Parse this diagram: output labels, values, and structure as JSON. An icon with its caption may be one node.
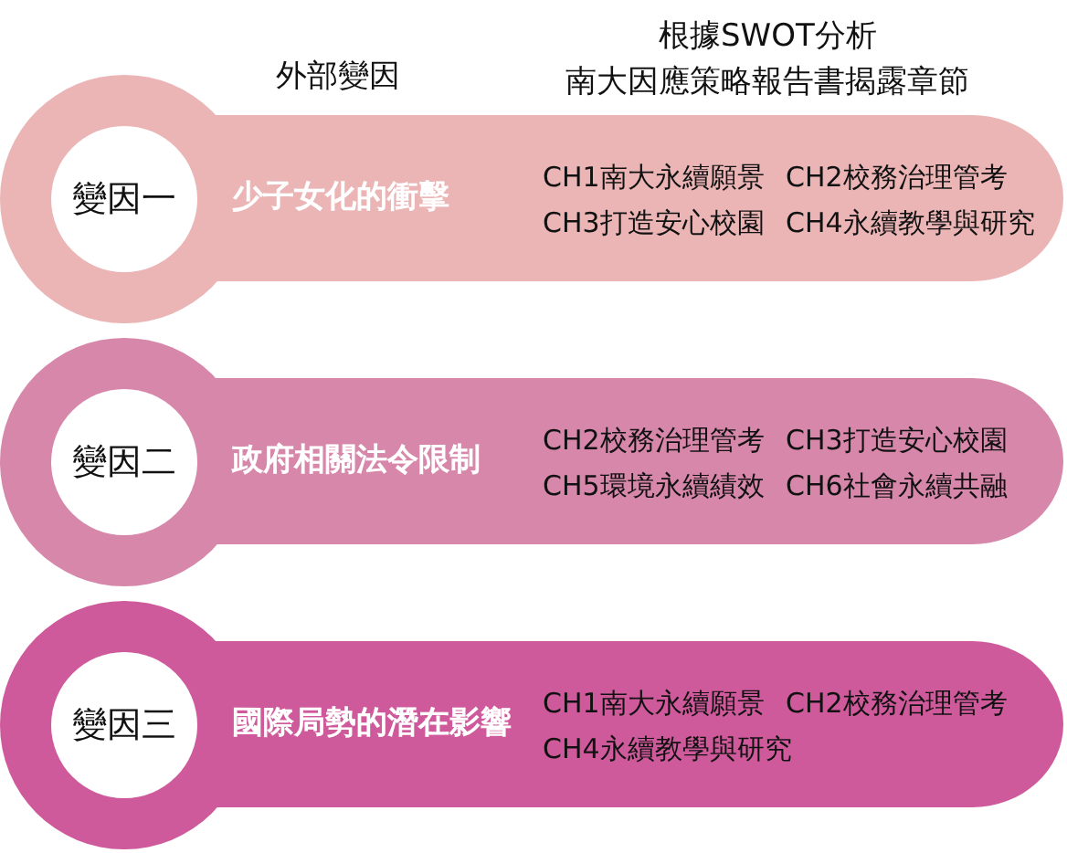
{
  "diagram": {
    "nodes": [
      {
        "text": [
          "少子女化的衝擊",
          "CH1南大永續願景",
          "CH2校務治理管考",
          "CH3打造安心校園",
          "CH4永續教學與研究"
        ]
      },
      {
        "text": [
          "變因一"
        ],
        "in": 0
      },
      {
        "text": [
          "政府相關法令限制",
          "CH2校務治理管考",
          "CH3打造安心校園",
          "CH5環境永續績效",
          "CH6社會永續共融"
        ]
      },
      {
        "text": [
          "變因二"
        ],
        "in": 2
      },
      {
        "text": [
          "國際局勢的潛在影響",
          "CH1南大永續願景",
          "CH2校務治理管考",
          "CH4永續教學與研究"
        ]
      },
      {
        "text": [
          "變因三"
        ],
        "in": 4
      }
    ],
    "labels": [
      "外部變因",
      "根據SWOT分析",
      "南大因應策略報告書揭露章節"
    ]
  }
}
